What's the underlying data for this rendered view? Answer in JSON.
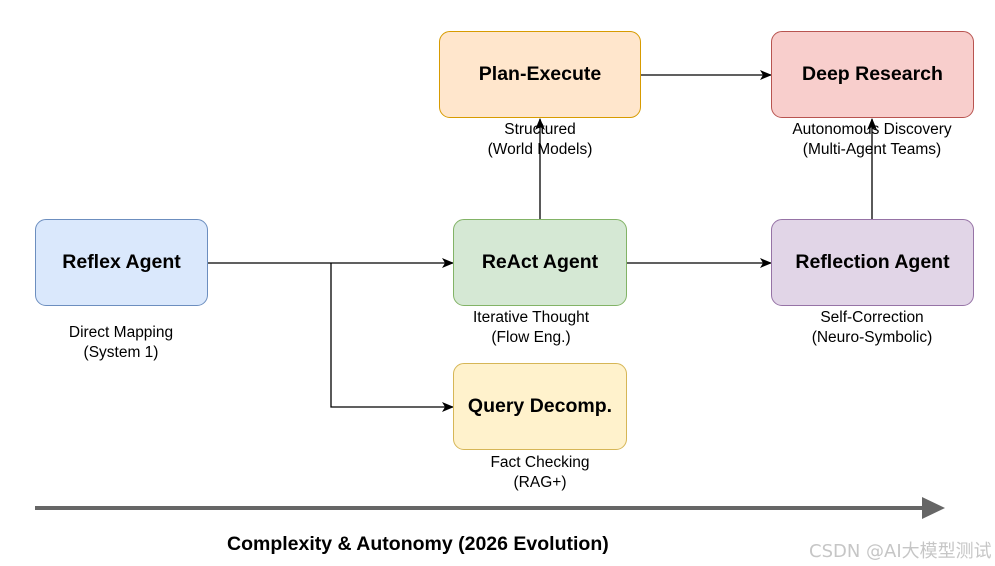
{
  "nodes": {
    "reflex": {
      "label": "Reflex Agent",
      "desc_line1": "Direct Mapping",
      "desc_line2": "(System 1)",
      "fill": "#dae8fc",
      "stroke": "#6c8ebf"
    },
    "react": {
      "label": "ReAct Agent",
      "desc_line1": "Iterative Thought",
      "desc_line2": "(Flow Eng.)",
      "fill": "#d5e8d4",
      "stroke": "#82b366"
    },
    "plan_execute": {
      "label": "Plan-Execute",
      "desc_line1": "Structured",
      "desc_line2": "(World Models)",
      "fill": "#ffe6cc",
      "stroke": "#d79b00"
    },
    "query_decomp": {
      "label": "Query Decomp.",
      "desc_line1": "Fact Checking",
      "desc_line2": "(RAG+)",
      "fill": "#fff2cc",
      "stroke": "#d6b656"
    },
    "reflection": {
      "label": "Reflection Agent",
      "desc_line1": "Self-Correction",
      "desc_line2": "(Neuro-Symbolic)",
      "fill": "#e1d5e7",
      "stroke": "#9673a6"
    },
    "deep_research": {
      "label": "Deep Research",
      "desc_line1": "Autonomous Discovery",
      "desc_line2": "(Multi-Agent Teams)",
      "fill": "#f8cecc",
      "stroke": "#b85450"
    }
  },
  "edges": [
    {
      "from": "reflex",
      "to": "react"
    },
    {
      "from": "reflex",
      "to": "query_decomp"
    },
    {
      "from": "react",
      "to": "plan_execute"
    },
    {
      "from": "react",
      "to": "reflection"
    },
    {
      "from": "plan_execute",
      "to": "deep_research"
    },
    {
      "from": "reflection",
      "to": "deep_research"
    }
  ],
  "axis": {
    "title": "Complexity & Autonomy (2026 Evolution)",
    "color": "#666666"
  },
  "watermark": "CSDN @AI大模型测试"
}
